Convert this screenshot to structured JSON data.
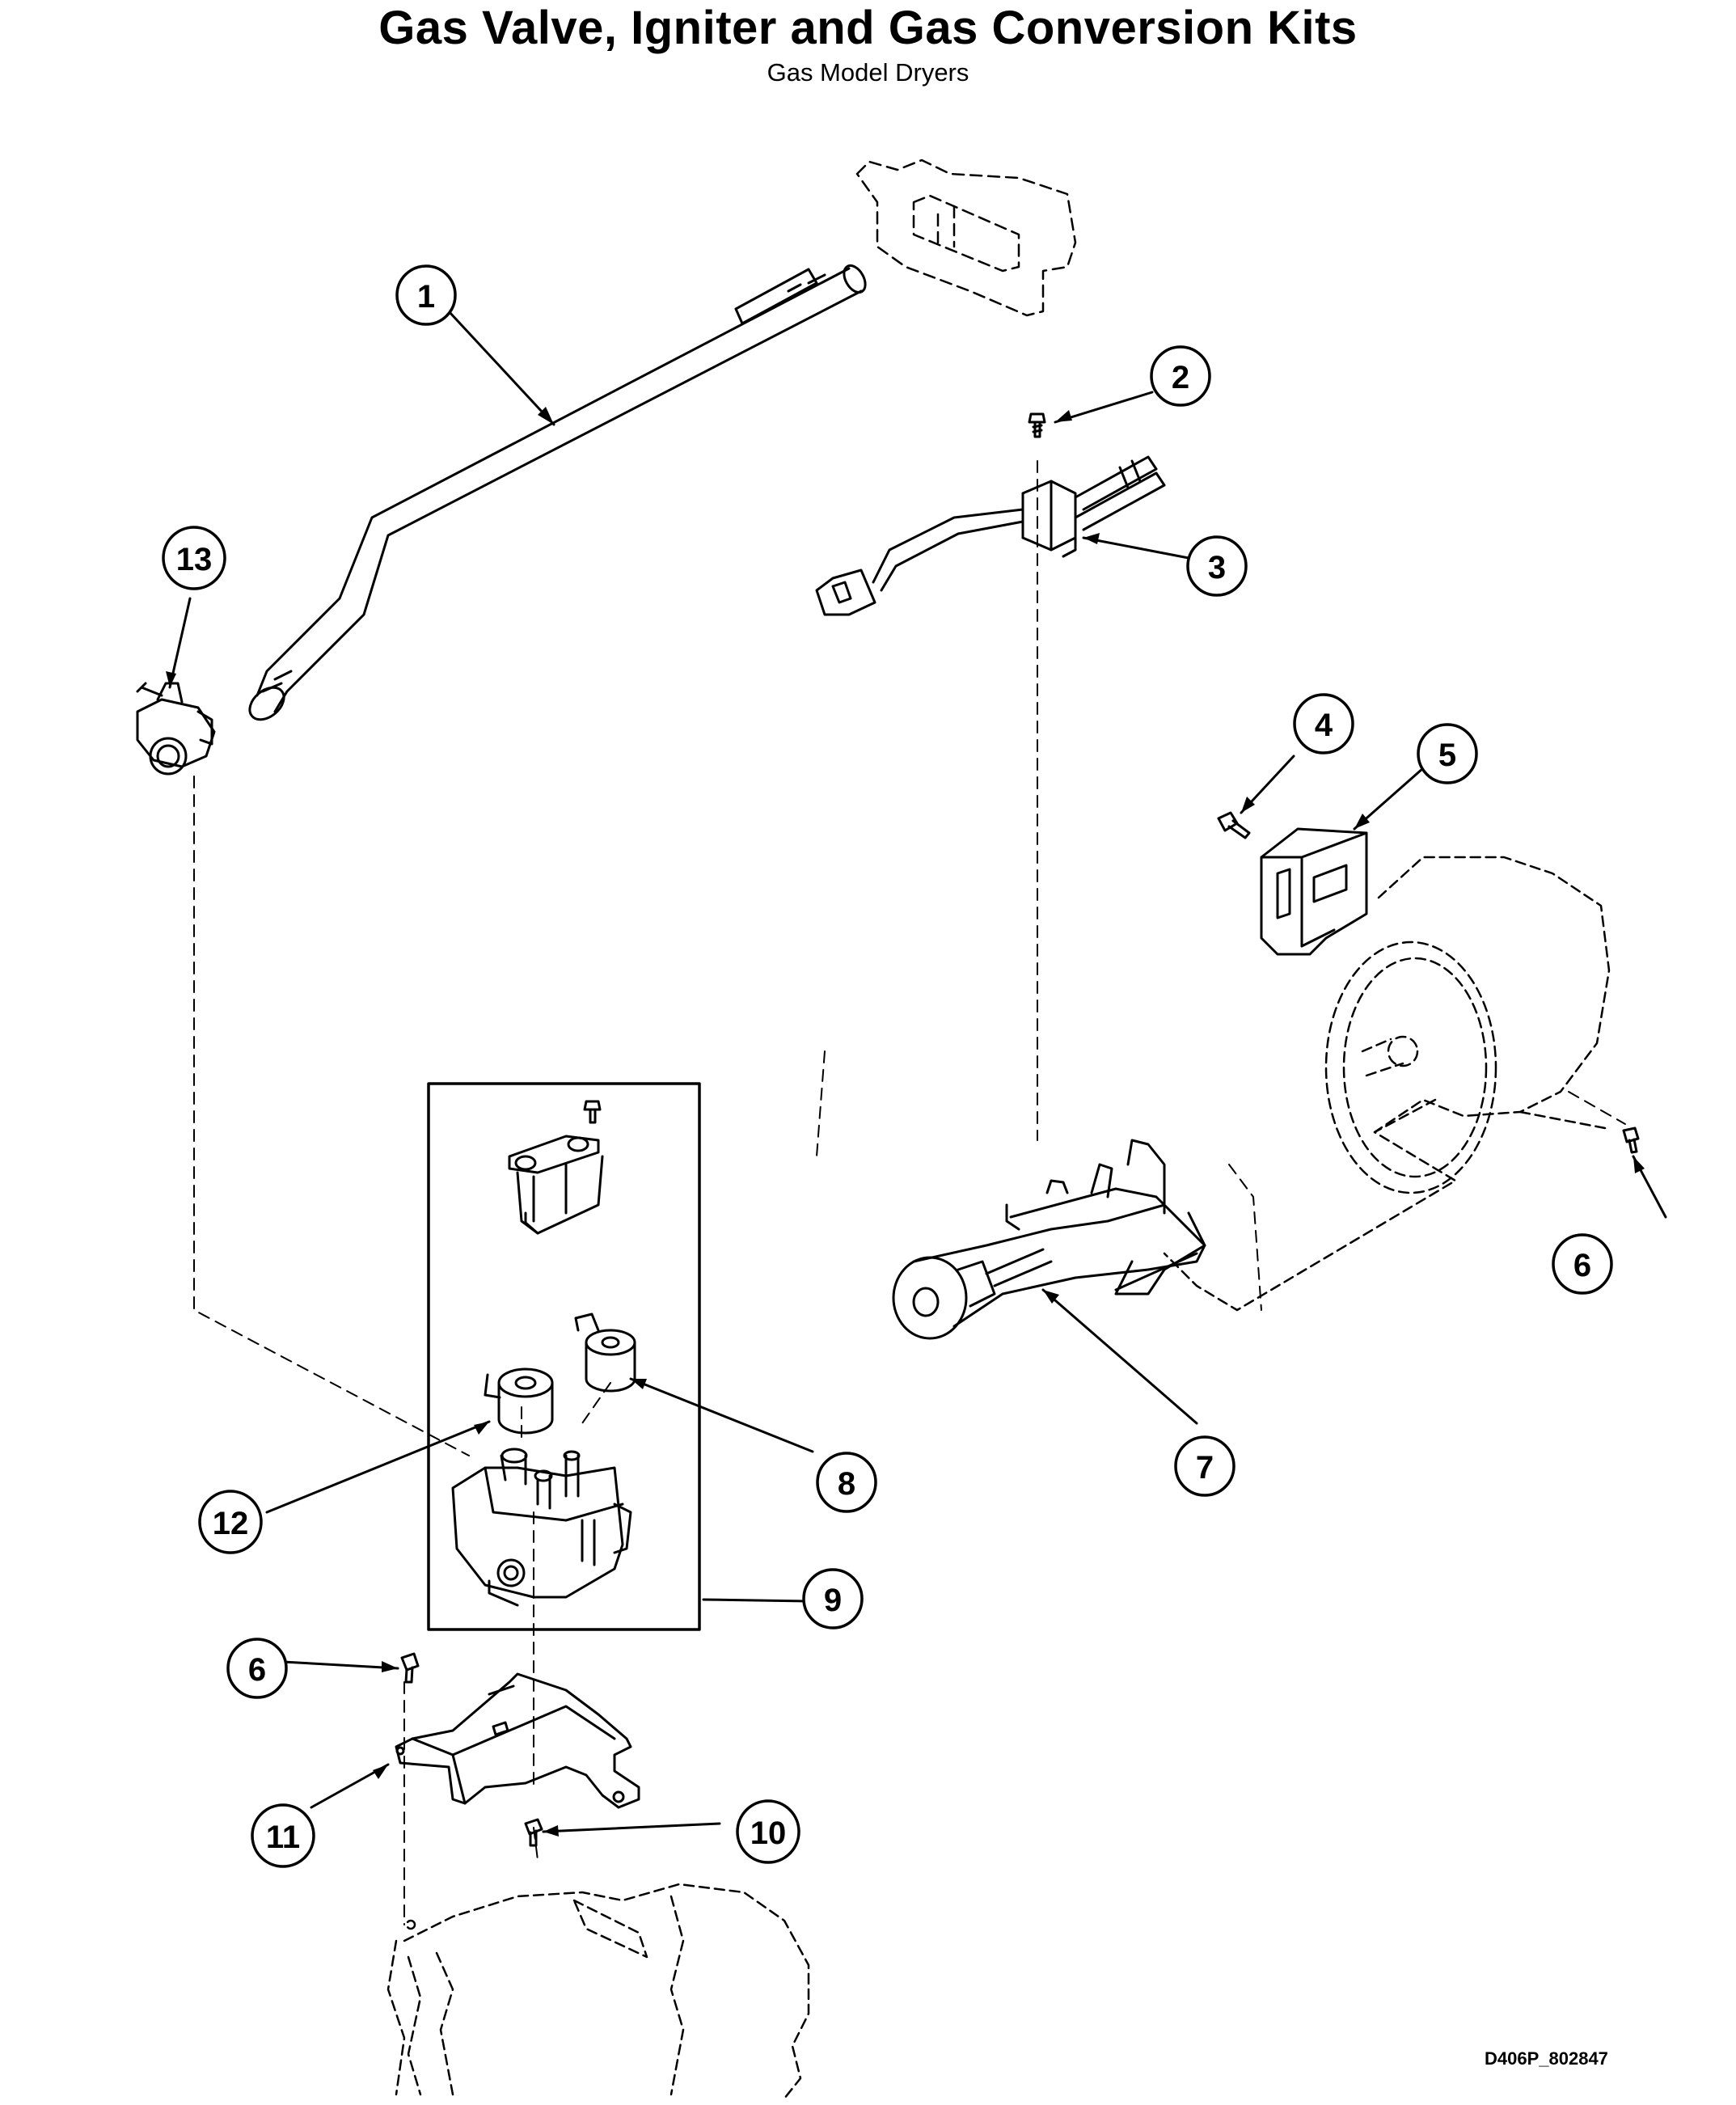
{
  "title": "Gas Valve, Igniter and Gas Conversion Kits",
  "subtitle": "Gas Model Dryers",
  "drawing_code": "D406P_802847",
  "callouts": [
    {
      "label": "1"
    },
    {
      "label": "2"
    },
    {
      "label": "3"
    },
    {
      "label": "4"
    },
    {
      "label": "5"
    },
    {
      "label": "6"
    },
    {
      "label": "7"
    },
    {
      "label": "8"
    },
    {
      "label": "9"
    },
    {
      "label": "10"
    },
    {
      "label": "11"
    },
    {
      "label": "12"
    },
    {
      "label": "13"
    },
    {
      "label": "6"
    }
  ]
}
